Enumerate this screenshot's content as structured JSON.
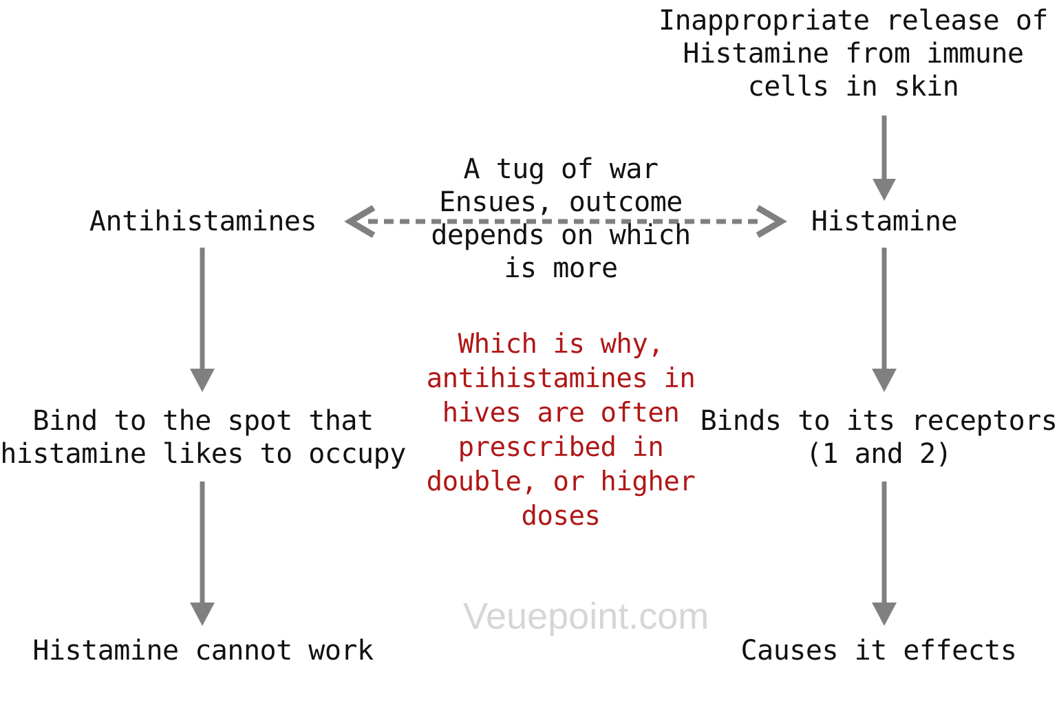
{
  "diagram": {
    "title_text": "Histamine and antihistamine tug of war flowchart",
    "colors": {
      "text": "#111111",
      "highlight_red": "#B01717",
      "arrow_gray": "#808080",
      "watermark_gray": "#d6d6d6",
      "background": "#ffffff"
    },
    "nodes": {
      "source": "Inappropriate release of\nHistamine from immune\ncells in skin",
      "antihistamines": "Antihistamines",
      "histamine": "Histamine",
      "tug_of_war": "A tug of war\nEnsues, outcome\ndepends on which\nis more",
      "red_note": "Which is why,\nantihistamines in\nhives are often\nprescribed in\ndouble, or higher\ndoses",
      "bind_spot": "Bind to the spot that\nhistamine likes to occupy",
      "binds_receptors": "Binds to its receptors\n(1 and 2)",
      "cannot_work": "Histamine cannot work",
      "causes_effects": "Causes it effects"
    },
    "arrows": [
      {
        "name": "source-to-histamine",
        "type": "solid-down"
      },
      {
        "name": "antihistamines-to-bind-spot",
        "type": "solid-down"
      },
      {
        "name": "bind-spot-to-cannot-work",
        "type": "solid-down"
      },
      {
        "name": "histamine-to-binds-receptors",
        "type": "solid-down"
      },
      {
        "name": "binds-receptors-to-causes-effects",
        "type": "solid-down"
      },
      {
        "name": "tug-of-war-double-arrow",
        "type": "dashed-double-horizontal"
      }
    ],
    "watermark": "Veuepoint.com"
  }
}
